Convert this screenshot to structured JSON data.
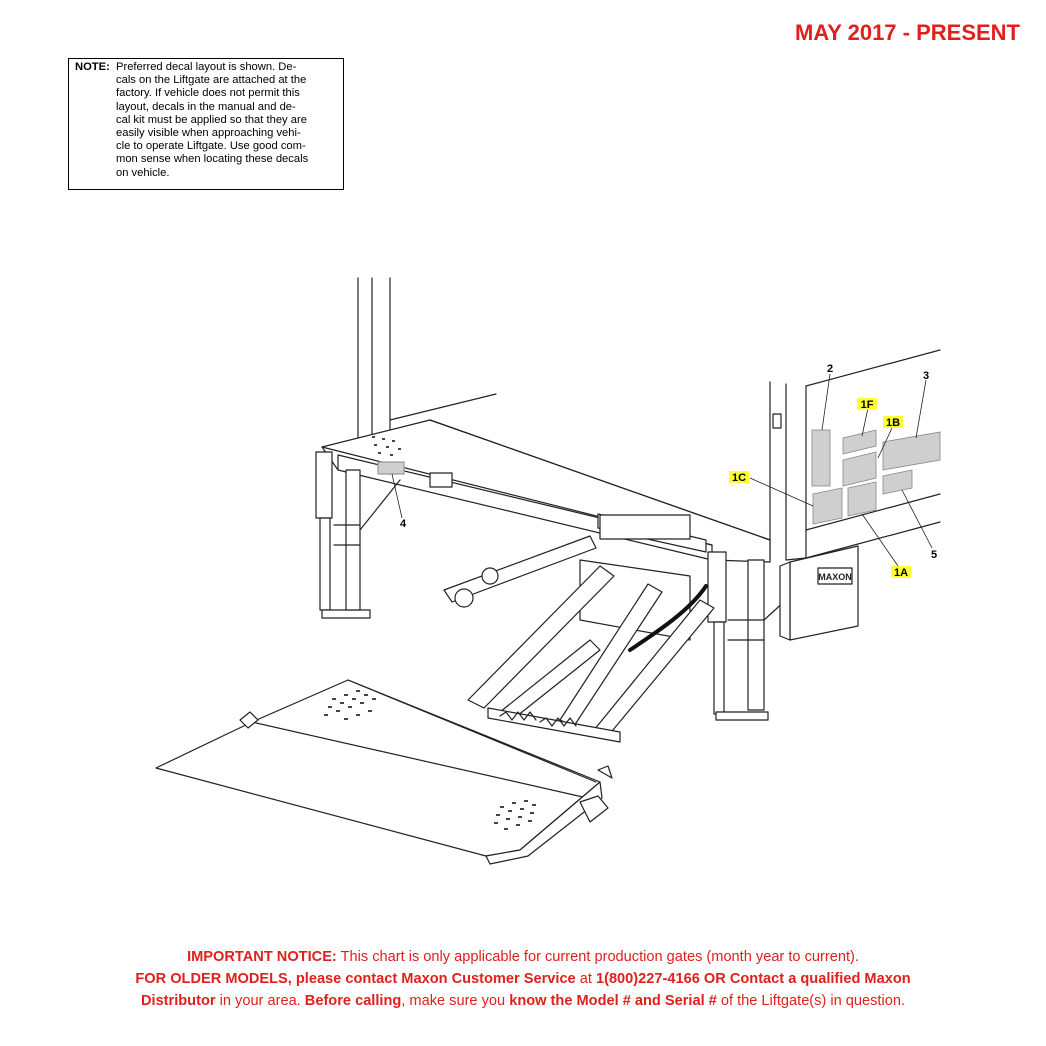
{
  "header": {
    "date_range": "MAY 2017 - PRESENT"
  },
  "note": {
    "label": "NOTE:",
    "text": "Preferred decal layout is shown. De-\ncals on the Liftgate are attached at the\nfactory. If vehicle does not permit this\nlayout, decals in the manual and de-\ncal kit must be applied so that they are\neasily visible when approaching vehi-\ncle to operate Liftgate. Use good com-\nmon sense when locating these decals\non vehicle."
  },
  "diagram": {
    "callouts": [
      "2",
      "3",
      "1F",
      "1B",
      "1C",
      "4",
      "5",
      "1A"
    ],
    "pump_box_logo": "MAXON",
    "colors": {
      "highlight": "#ffff33",
      "decal": "#cfcfcf",
      "line": "#222222"
    }
  },
  "footer": {
    "line1_bold": "IMPORTANT NOTICE:",
    "line1_rest": " This chart is only applicable for current production gates (month year to current).",
    "line2_bold1": "FOR OLDER MODELS, please contact Maxon Customer Service",
    "line2_mid": " at ",
    "line2_bold2": "1(800)227-4166 OR Contact a qualified Maxon",
    "line3_bold1": "Distributor",
    "line3_mid1": " in your area. ",
    "line3_bold2": "Before calling",
    "line3_mid2": ", make sure you ",
    "line3_bold3": "know the Model # and Serial #",
    "line3_rest": " of the Liftgate(s) in question."
  }
}
